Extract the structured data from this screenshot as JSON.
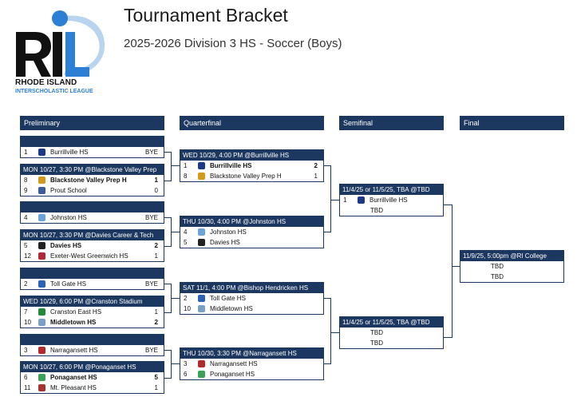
{
  "header": {
    "org_line1": "RHODE ISLAND",
    "org_line2": "INTERSCHOLASTIC LEAGUE",
    "title": "Tournament Bracket",
    "subtitle": "2025-2026 Division 3 HS - Soccer (Boys)"
  },
  "columns": {
    "preliminary": "Preliminary",
    "quarterfinal": "Quarterfinal",
    "semifinal": "Semifinal",
    "final": "Final"
  },
  "preliminary": [
    {
      "info": "",
      "rows": [
        {
          "seed": "1",
          "team": "Burrillville HS",
          "score": "BYE",
          "icon_color": "#1d3a8a"
        }
      ]
    },
    {
      "info": "MON 10/27, 3:30 PM @Blackstone Valley Prep",
      "rows": [
        {
          "seed": "8",
          "team": "Blackstone Valley Prep H",
          "score": "1",
          "icon_color": "#d19a1a",
          "winner": true
        },
        {
          "seed": "9",
          "team": "Prout School",
          "score": "0",
          "icon_color": "#3c5c9c"
        }
      ]
    },
    {
      "info": "",
      "rows": [
        {
          "seed": "4",
          "team": "Johnston HS",
          "score": "BYE",
          "icon_color": "#6aa3d8"
        }
      ]
    },
    {
      "info": "MON 10/27, 3:30 PM @Davies Career & Tech",
      "rows": [
        {
          "seed": "5",
          "team": "Davies HS",
          "score": "2",
          "icon_color": "#222222",
          "winner": true
        },
        {
          "seed": "12",
          "team": "Exeter-West Greenwich HS",
          "score": "1",
          "icon_color": "#b0283a"
        }
      ]
    },
    {
      "info": "",
      "rows": [
        {
          "seed": "2",
          "team": "Toll Gate HS",
          "score": "BYE",
          "icon_color": "#2c62b8"
        }
      ]
    },
    {
      "info": "WED 10/29, 6:00 PM @Cranston Stadium",
      "rows": [
        {
          "seed": "7",
          "team": "Cranston East HS",
          "score": "1",
          "icon_color": "#1f8a3a"
        },
        {
          "seed": "10",
          "team": "Middletown HS",
          "score": "2",
          "icon_color": "#7aa0c8",
          "winner": true
        }
      ]
    },
    {
      "info": "",
      "rows": [
        {
          "seed": "3",
          "team": "Narragansett HS",
          "score": "BYE",
          "icon_color": "#b32a2a"
        }
      ]
    },
    {
      "info": "MON 10/27, 6:00 PM @Ponaganset HS",
      "rows": [
        {
          "seed": "6",
          "team": "Ponaganset HS",
          "score": "5",
          "icon_color": "#3aa05a",
          "winner": true
        },
        {
          "seed": "11",
          "team": "Mt. Pleasant HS",
          "score": "1",
          "icon_color": "#a83232"
        }
      ]
    }
  ],
  "quarterfinal": [
    {
      "info": "WED 10/29, 4:00 PM @Burrillville HS",
      "rows": [
        {
          "seed": "1",
          "team": "Burrillville HS",
          "score": "2",
          "icon_color": "#1d3a8a",
          "winner": true
        },
        {
          "seed": "8",
          "team": "Blackstone Valley Prep H",
          "score": "1",
          "icon_color": "#d19a1a"
        }
      ]
    },
    {
      "info": "THU 10/30, 4:00 PM @Johnston HS",
      "rows": [
        {
          "seed": "4",
          "team": "Johnston HS",
          "score": "",
          "icon_color": "#6aa3d8"
        },
        {
          "seed": "5",
          "team": "Davies HS",
          "score": "",
          "icon_color": "#222222"
        }
      ]
    },
    {
      "info": "SAT 11/1, 4:00 PM @Bishop Hendricken HS",
      "rows": [
        {
          "seed": "2",
          "team": "Toll Gate HS",
          "score": "",
          "icon_color": "#2c62b8"
        },
        {
          "seed": "10",
          "team": "Middletown HS",
          "score": "",
          "icon_color": "#7aa0c8"
        }
      ]
    },
    {
      "info": "THU 10/30, 3:30 PM @Narragansett HS",
      "rows": [
        {
          "seed": "3",
          "team": "Narragansett HS",
          "score": "",
          "icon_color": "#b32a2a"
        },
        {
          "seed": "6",
          "team": "Ponaganset HS",
          "score": "",
          "icon_color": "#3aa05a"
        }
      ]
    }
  ],
  "semifinal": [
    {
      "info": "11/4/25 or 11/5/25, TBA @TBD",
      "rows": [
        {
          "seed": "1",
          "team": "Burrillville HS",
          "score": "",
          "icon_color": "#1d3a8a"
        },
        {
          "seed": "",
          "team": "TBD",
          "score": ""
        }
      ]
    },
    {
      "info": "11/4/25 or 11/5/25, TBA @TBD",
      "rows": [
        {
          "seed": "",
          "team": "TBD",
          "score": ""
        },
        {
          "seed": "",
          "team": "TBD",
          "score": ""
        }
      ]
    }
  ],
  "final": [
    {
      "info": "11/9/25, 5:00pm @RI College",
      "rows": [
        {
          "seed": "",
          "team": "TBD",
          "score": ""
        },
        {
          "seed": "",
          "team": "TBD",
          "score": ""
        }
      ]
    }
  ],
  "colors": {
    "navy": "#1d3860",
    "logo_blue": "#2d7fd3"
  }
}
